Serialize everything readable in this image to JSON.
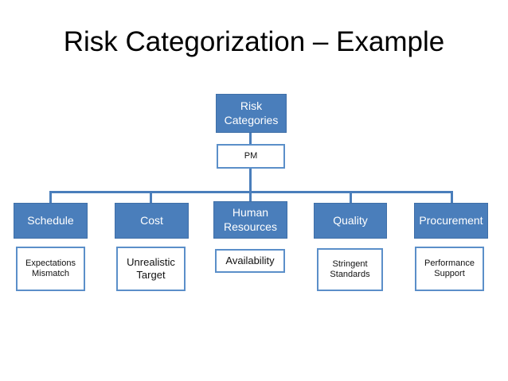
{
  "slide": {
    "title": "Risk Categorization – Example",
    "background": "#FFFFFF",
    "accent_fill": "#4A7EBB",
    "accent_border": "#5B8FC9",
    "filled_text_color": "#FFFFFF",
    "outline_text_color": "#111111"
  },
  "diagram": {
    "type": "org-chart",
    "root": {
      "label": "Risk Categories",
      "style": "filled"
    },
    "sub_root": {
      "label": "PM",
      "style": "outline"
    },
    "branches": [
      {
        "category": "Schedule",
        "category_style": "filled",
        "detail": "Expectations Mismatch",
        "detail_style": "outline"
      },
      {
        "category": "Cost",
        "category_style": "filled",
        "detail": "Unrealistic Target",
        "detail_style": "outline"
      },
      {
        "category": "Human Resources",
        "category_style": "filled",
        "detail": "Availability",
        "detail_style": "outline"
      },
      {
        "category": "Quality",
        "category_style": "filled",
        "detail": "Stringent Standards",
        "detail_style": "outline"
      },
      {
        "category": "Procurement",
        "category_style": "filled",
        "detail": "Performance Support",
        "detail_style": "outline"
      }
    ]
  }
}
